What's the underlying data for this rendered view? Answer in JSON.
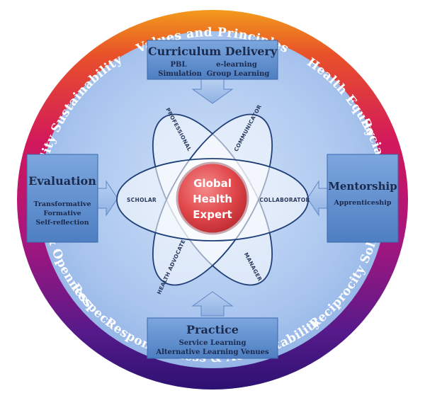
{
  "ring_values": {
    "top": "Values and Principles",
    "health_equity": "Health Equity",
    "social_justice": "Social Justice",
    "solidarity": "Solidarity",
    "reciprocity": "Reciprocity",
    "bottom": "Responsiveness & Accountability",
    "respect": "Respect",
    "honesty": "Honesty & Openness",
    "humility": "Humility",
    "sustainability": "Sustainability"
  },
  "boxes": {
    "curriculum": {
      "title": "Curriculum Delivery",
      "line1a": "PBL",
      "line1b": "e-learning",
      "line2a": "Simulation",
      "line2b": "Group Learning"
    },
    "evaluation": {
      "title": "Evaluation",
      "lines": [
        "Transformative",
        "Formative",
        "Self-reflection"
      ]
    },
    "mentorship": {
      "title": "Mentorship",
      "lines": [
        "Apprenticeship"
      ]
    },
    "practice": {
      "title": "Practice",
      "lines": [
        "Service Learning",
        "Alternative Learning Venues"
      ]
    }
  },
  "petals": {
    "professional": "PROFESSIONAL",
    "communicator": "COMMUNICATOR",
    "scholar": "SCHOLAR",
    "collaborator": "COLLABORATOR",
    "health_advocate": "HEALTH ADVOCATE",
    "manager": "MANAGER"
  },
  "center": {
    "line1": "Global",
    "line2": "Health",
    "line3": "Expert"
  },
  "colors": {
    "ring_top": "#f0a020",
    "ring_mid": "#d0185a",
    "ring_bottom": "#2a1070",
    "inner_bg": "#a7c4ee",
    "box_fill": "#5e8fcf",
    "center_fill": "#e0464a"
  }
}
